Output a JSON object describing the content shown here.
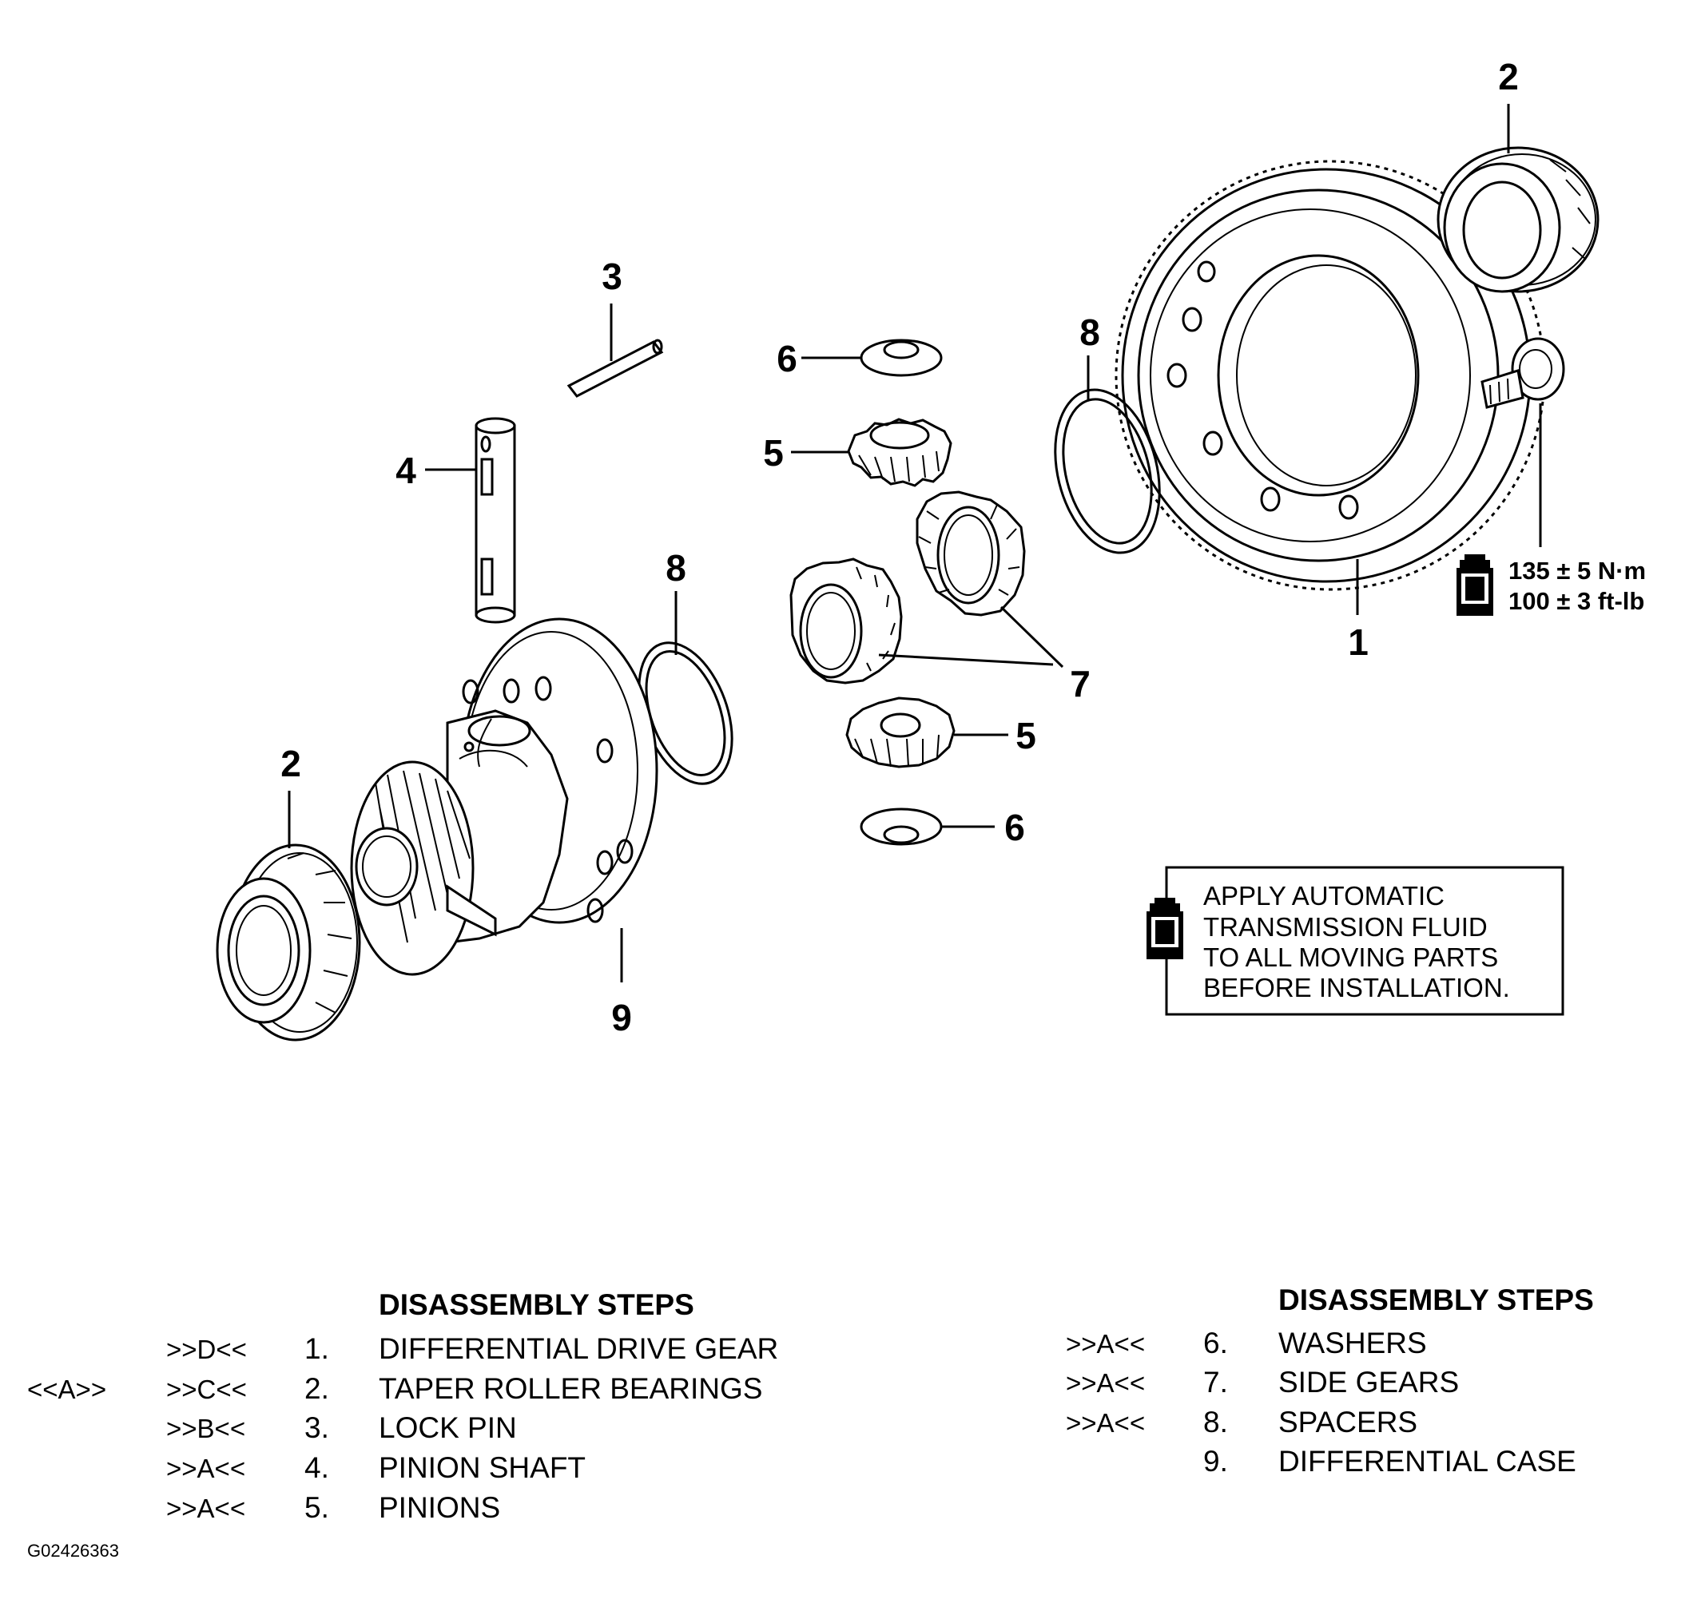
{
  "callouts": {
    "gear_1": "1",
    "bearing_2_top": "2",
    "bearing_2_left": "2",
    "lock_pin_3": "3",
    "pinion_shaft_4": "4",
    "pinion_5_top": "5",
    "pinion_5_bottom": "5",
    "washer_6_top": "6",
    "washer_6_bottom": "6",
    "side_gears_7": "7",
    "spacer_8_right": "8",
    "spacer_8_left": "8",
    "case_9": "9"
  },
  "torque": {
    "metric": "135 ± 5 N·m",
    "imperial": "100 ± 3 ft-lb"
  },
  "note": {
    "lines": [
      "APPLY AUTOMATIC",
      "TRANSMISSION FLUID",
      "TO ALL MOVING PARTS",
      "BEFORE INSTALLATION."
    ],
    "icon": "oil-can-icon"
  },
  "steps_left": {
    "heading": "DISASSEMBLY STEPS",
    "rows": [
      {
        "pre": "",
        "code": ">>D<<",
        "num": "1.",
        "text": "DIFFERENTIAL DRIVE GEAR"
      },
      {
        "pre": "<<A>>",
        "code": ">>C<<",
        "num": "2.",
        "text": "TAPER ROLLER BEARINGS"
      },
      {
        "pre": "",
        "code": ">>B<<",
        "num": "3.",
        "text": "LOCK PIN"
      },
      {
        "pre": "",
        "code": ">>A<<",
        "num": "4.",
        "text": "PINION SHAFT"
      },
      {
        "pre": "",
        "code": ">>A<<",
        "num": "5.",
        "text": "PINIONS"
      }
    ]
  },
  "steps_right": {
    "heading": "DISASSEMBLY STEPS",
    "rows": [
      {
        "code": ">>A<<",
        "num": "6.",
        "text": "WASHERS"
      },
      {
        "code": ">>A<<",
        "num": "7.",
        "text": "SIDE GEARS"
      },
      {
        "code": ">>A<<",
        "num": "8.",
        "text": "SPACERS"
      },
      {
        "code": "",
        "num": "9.",
        "text": "DIFFERENTIAL CASE"
      }
    ]
  },
  "figure_id": "G02426363"
}
